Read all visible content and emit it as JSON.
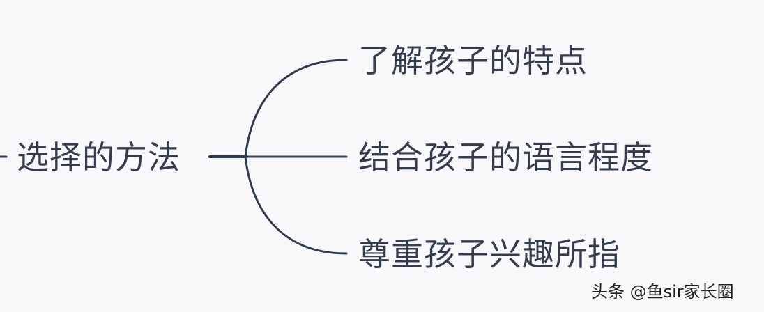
{
  "diagram": {
    "type": "mind-map",
    "root": {
      "label": "选择的方法"
    },
    "children": [
      {
        "label": "了解孩子的特点"
      },
      {
        "label": "结合孩子的语言程度"
      },
      {
        "label": "尊重孩子兴趣所指"
      }
    ],
    "colors": {
      "text": "#343d4e",
      "line": "#2f3b4f",
      "background": "#f8f8fb"
    }
  },
  "watermark": {
    "text": "头条 @鱼sir家长圈"
  }
}
